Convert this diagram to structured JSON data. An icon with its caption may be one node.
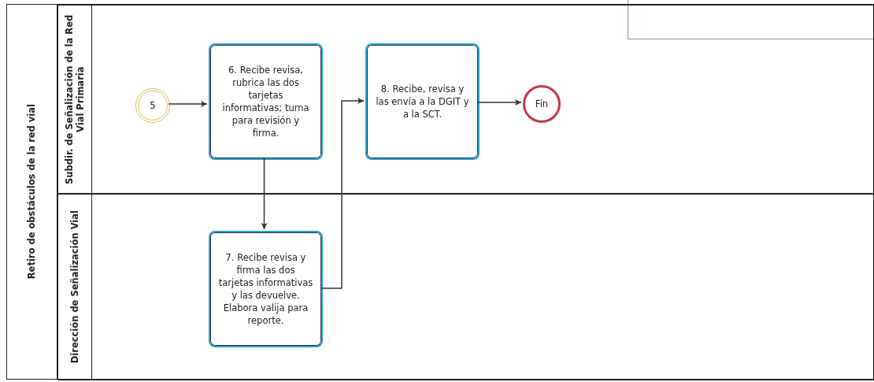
{
  "diagram": {
    "nodes": [
      {
        "text": [
          "Retiro de obstáculos de la red vial"
        ]
      },
      {
        "text": [
          "Subdir. de Señalización de la Red Vial Primaria"
        ],
        "in": 0
      },
      {
        "text": [
          "Dirección de Señalización Vial"
        ],
        "in": 0
      },
      {
        "text": [
          "5"
        ],
        "in": 1
      },
      {
        "text": [
          "6. Recibe revisa, rubrica las dos tarjetas informativas; turna para revisión y firma."
        ],
        "in": 1
      },
      {
        "text": [
          "8. Recibe, revisa y las envía a la DGIT y a la SCT."
        ],
        "in": 1
      },
      {
        "text": [
          "Fin"
        ],
        "in": 1
      },
      {
        "text": [
          "7. Recibe revisa y firma las dos tarjetas informativas y las devuelve. Elabora valija para reporte."
        ],
        "in": 2
      }
    ],
    "edges": [
      {
        "from": 3,
        "to": 4,
        "arrow": "to"
      },
      {
        "from": 4,
        "to": 7,
        "arrow": "to"
      },
      {
        "from": 7,
        "to": 5,
        "arrow": "to"
      },
      {
        "from": 5,
        "to": 6,
        "arrow": "to"
      }
    ]
  }
}
